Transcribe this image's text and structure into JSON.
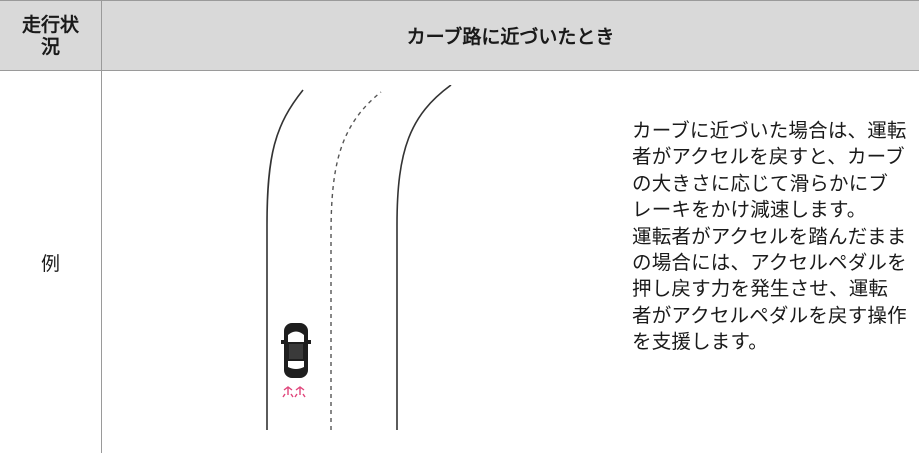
{
  "table": {
    "header_left": "走行状況",
    "header_right": "カーブ路に近づいたとき",
    "row_label": "例",
    "description": [
      "カーブに近づいた場合は、運転者がアクセルを戻すと、カーブの大きさに応じて滑らかにブレーキをかけ減速します。",
      "運転者がアクセルを踏んだままの場合には、アクセルペダルを押し戻す力を発生させ、運転者がアクセルペダルを戻す操作を支援します。"
    ]
  },
  "colors": {
    "header_bg": "#d9d9d9",
    "border": "#9a9a9a",
    "road_line": "#333333",
    "brake_marks": "#e0457b"
  }
}
